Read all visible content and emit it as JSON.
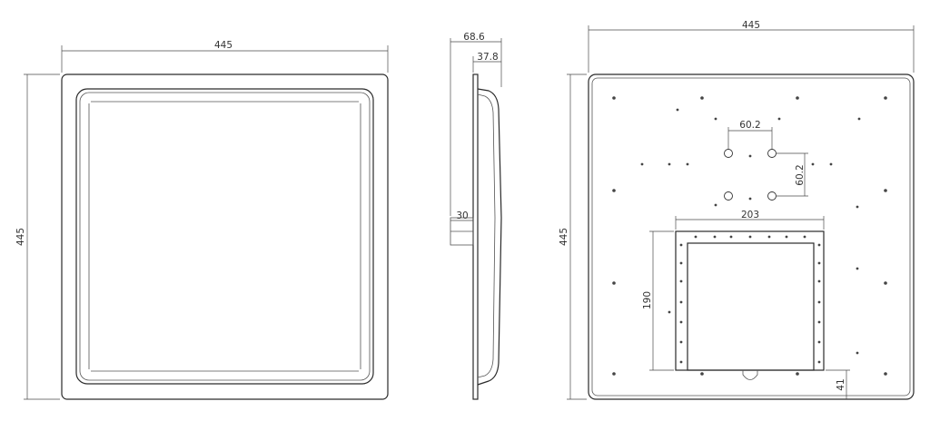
{
  "views": {
    "front": {
      "name": "front-view"
    },
    "side": {
      "name": "side-view"
    },
    "rear": {
      "name": "rear-view"
    }
  },
  "dimensions": {
    "front_width": "445",
    "front_height": "445",
    "side_depth_total": "68.6",
    "side_depth_body": "37.8",
    "side_mount_depth": "30",
    "rear_width": "445",
    "rear_height": "445",
    "hole_spacing_h": "60.2",
    "hole_spacing_v": "60.2",
    "cutout_width": "203",
    "cutout_height": "190",
    "cutout_offset": "41"
  }
}
